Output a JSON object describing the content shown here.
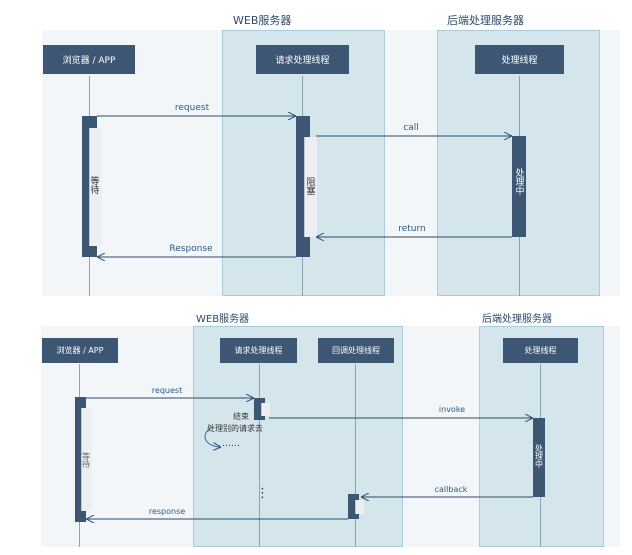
{
  "top": {
    "regions": {
      "web_server": "WEB服务器",
      "backend_server": "后端处理服务器"
    },
    "actors": {
      "browser": "浏览器 / APP",
      "request_thread": "请求处理线程",
      "worker_thread": "处理线程"
    },
    "activations": {
      "browser_wait": "等待",
      "request_blocked": "阻塞",
      "worker_processing": "处理中"
    },
    "messages": {
      "request": "request",
      "call": "call",
      "return": "return",
      "response": "Response"
    }
  },
  "bottom": {
    "regions": {
      "web_server": "WEB服务器",
      "backend_server": "后端处理服务器"
    },
    "actors": {
      "browser": "浏览器 / APP",
      "request_thread": "请求处理线程",
      "callback_thread": "回调处理线程",
      "worker_thread": "处理线程"
    },
    "activations": {
      "browser_wait": "等待",
      "worker_processing": "处理中"
    },
    "notes": {
      "end_line1": "结束",
      "end_line2": "处理别的请求去",
      "ellipsis": "……",
      "vertical_dots": "⋮"
    },
    "messages": {
      "request": "request",
      "invoke": "invoke",
      "callback": "callback",
      "response": "response"
    }
  },
  "colors": {
    "actor": "#3d5673",
    "region": "#d4e5ec",
    "arrow": "#2b4b6b",
    "label": "#2b5a85"
  }
}
